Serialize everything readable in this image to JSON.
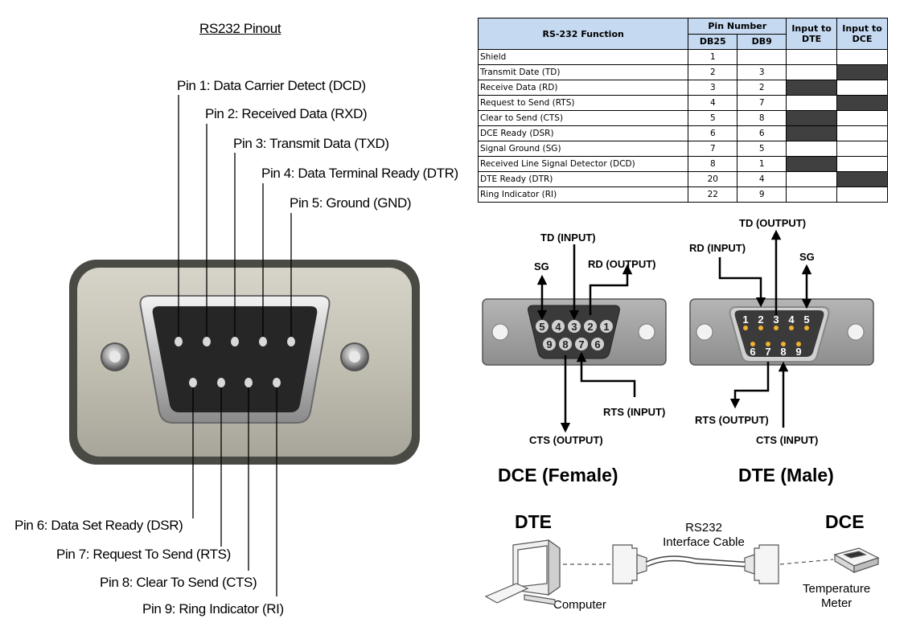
{
  "left": {
    "title": "RS232 Pinout",
    "top_pins": [
      "Pin 1: Data Carrier Detect (DCD)",
      "Pin 2: Received Data (RXD)",
      "Pin 3: Transmit Data (TXD)",
      "Pin 4: Data Terminal Ready (DTR)",
      "Pin 5: Ground (GND)"
    ],
    "bottom_pins": [
      "Pin 6: Data Set Ready (DSR)",
      "Pin 7: Request To Send (RTS)",
      "Pin 8: Clear To Send (CTS)",
      "Pin 9: Ring Indicator (RI)"
    ]
  },
  "table": {
    "headers": {
      "function": "RS-232 Function",
      "pin_number": "Pin Number",
      "db25": "DB25",
      "db9": "DB9",
      "input_dte": "Input to DTE",
      "input_dce": "Input to DCE"
    },
    "rows": [
      {
        "function": "Shield",
        "db25": "1",
        "db9": "",
        "input_dte": false,
        "input_dce": false
      },
      {
        "function": "Transmit Date (TD)",
        "db25": "2",
        "db9": "3",
        "input_dte": false,
        "input_dce": true
      },
      {
        "function": "Receive Data (RD)",
        "db25": "3",
        "db9": "2",
        "input_dte": true,
        "input_dce": false
      },
      {
        "function": "Request to Send (RTS)",
        "db25": "4",
        "db9": "7",
        "input_dte": false,
        "input_dce": true
      },
      {
        "function": "Clear to Send (CTS)",
        "db25": "5",
        "db9": "8",
        "input_dte": true,
        "input_dce": false
      },
      {
        "function": "DCE Ready (DSR)",
        "db25": "6",
        "db9": "6",
        "input_dte": true,
        "input_dce": false
      },
      {
        "function": "Signal Ground (SG)",
        "db25": "7",
        "db9": "5",
        "input_dte": false,
        "input_dce": false
      },
      {
        "function": "Received Line Signal Detector (DCD)",
        "db25": "8",
        "db9": "1",
        "input_dte": true,
        "input_dce": false
      },
      {
        "function": "DTE Ready (DTR)",
        "db25": "20",
        "db9": "4",
        "input_dte": false,
        "input_dce": true
      },
      {
        "function": "Ring Indicator (RI)",
        "db25": "22",
        "db9": "9",
        "input_dte": false,
        "input_dce": false
      }
    ]
  },
  "dce": {
    "caption": "DCE (Female)",
    "labels": {
      "td": "TD (INPUT)",
      "sg": "SG",
      "rd": "RD (OUTPUT)",
      "rts": "RTS (INPUT)",
      "cts": "CTS (OUTPUT)"
    },
    "top_row": [
      "5",
      "4",
      "3",
      "2",
      "1"
    ],
    "bottom_row": [
      "9",
      "8",
      "7",
      "6"
    ]
  },
  "dte": {
    "caption": "DTE (Male)",
    "labels": {
      "td": "TD (OUTPUT)",
      "rd": "RD (INPUT)",
      "sg": "SG",
      "rts": "RTS (OUTPUT)",
      "cts": "CTS (INPUT)"
    },
    "top_row": [
      "1",
      "2",
      "3",
      "4",
      "5"
    ],
    "bottom_row": [
      "6",
      "7",
      "8",
      "9"
    ]
  },
  "link": {
    "dte": "DTE",
    "dce": "DCE",
    "cable_line1": "RS232",
    "cable_line2": "Interface Cable",
    "computer": "Computer",
    "meter_line1": "Temperature",
    "meter_line2": "Meter"
  },
  "colors": {
    "table_header": "#c5d9f1",
    "input_cell": "#404040",
    "connector_body": "#3a3a3a"
  }
}
